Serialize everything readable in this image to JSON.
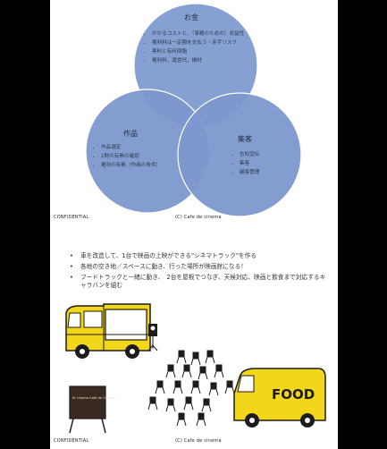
{
  "slide1": {
    "money": {
      "title": "お金",
      "items": [
        "かかるコストと、（事務のための）収益性",
        "権利料は一定額を支払う・赤字リスク",
        "黒料と有料問題",
        "権利料、運営代、機材"
      ]
    },
    "work": {
      "title": "作品",
      "items": [
        "作品選定",
        "1財の有無の確認",
        "権利の有無（作画の条件）"
      ]
    },
    "audience": {
      "title": "集客",
      "items": [
        "告知宣伝",
        "集客",
        "顧客管理"
      ]
    },
    "footer_left": "CONFIDENTIAL",
    "footer_center": "(C) Cafe de cinema",
    "colors": {
      "circle_fill": "#7a95cc",
      "circle_fill_top": "#8aa3d4"
    }
  },
  "slide2": {
    "bullets": [
      "車を改造して、1台で映画の上映ができる\"シネマトラック\"を作る",
      "各地の空き地／スペースに動き、行った場所が映画館になる！",
      "フードトラックと一緒に動き、　2台を屋根でつなぎ、天候対応、映画と飲食まで対応するキャラバンを組む"
    ],
    "board_text": "Et cinema Cafe de Cinema",
    "food_text": "FOOD",
    "footer_left": "CONFIDENTIAL",
    "footer_center": "(C) Cafe de cinema",
    "colors": {
      "truck_yellow": "#f2d61a",
      "ink": "#1c1c1c"
    }
  }
}
